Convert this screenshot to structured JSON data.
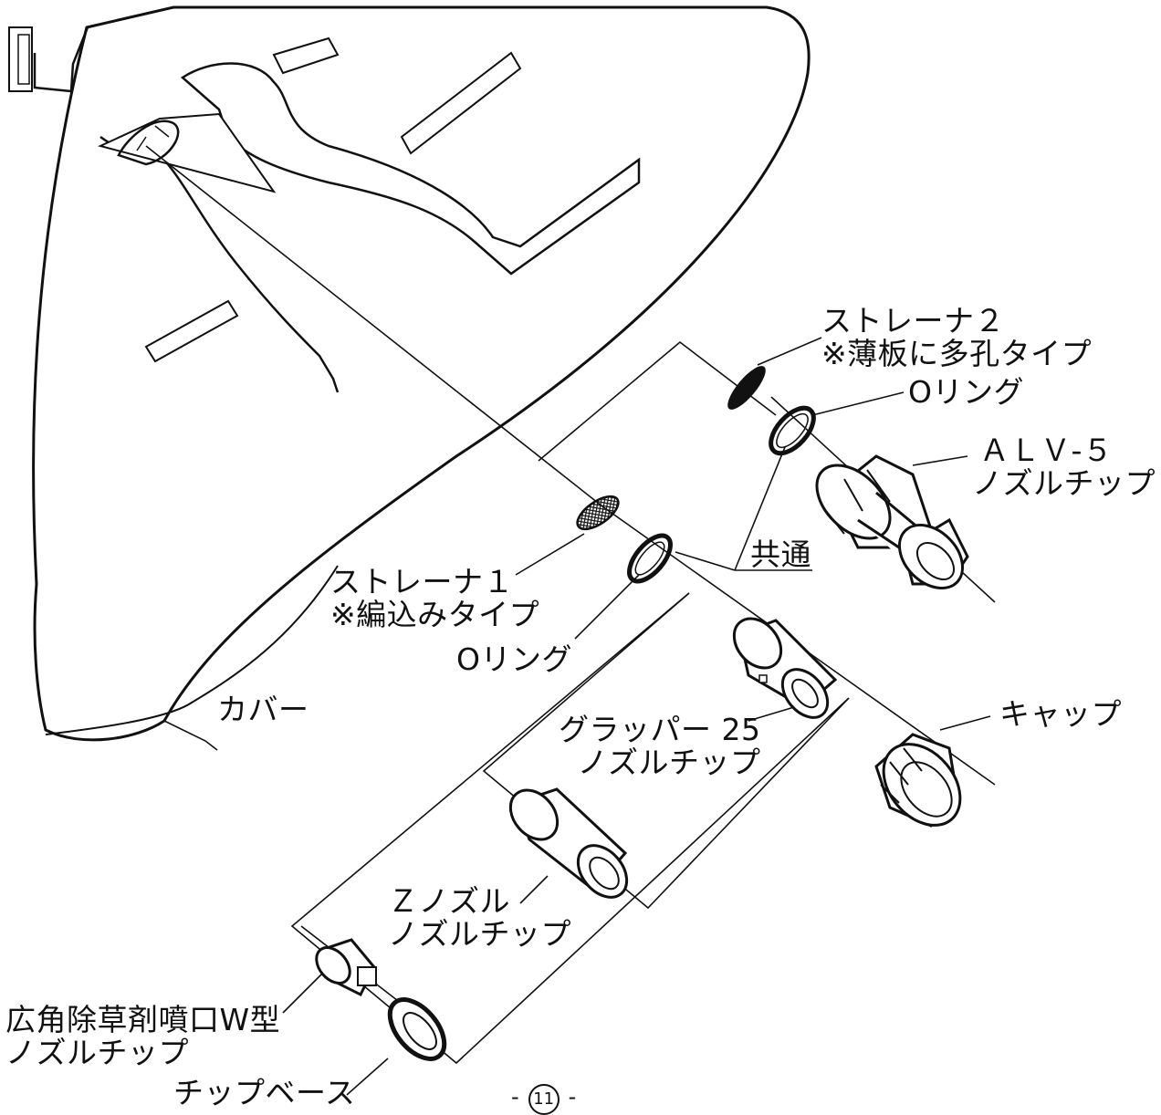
{
  "labels": {
    "strainer2": [
      "ストレーナ２",
      "※薄板に多孔タイプ"
    ],
    "oring_top": "Oリング",
    "alv5": [
      "ＡＬＶ-５",
      "ノズルチップ"
    ],
    "common": "共通",
    "strainer1": [
      "ストレーナ１",
      "※編込みタイプ"
    ],
    "oring_mid": "Oリング",
    "cover": "カバー",
    "cap": "キャップ",
    "grapper25": [
      "グラッパー 25",
      "ノズルチップ"
    ],
    "z_nozzle": [
      "Ｚノズル",
      "ノズルチップ"
    ],
    "wide_angle": [
      "広角除草剤噴口W型",
      "ノズルチップ"
    ],
    "tip_base": "チップベース"
  },
  "page": {
    "prefix": "-",
    "number": "11",
    "suffix": "-"
  },
  "colors": {
    "ink": "#111111",
    "paper": "#ffffff"
  }
}
